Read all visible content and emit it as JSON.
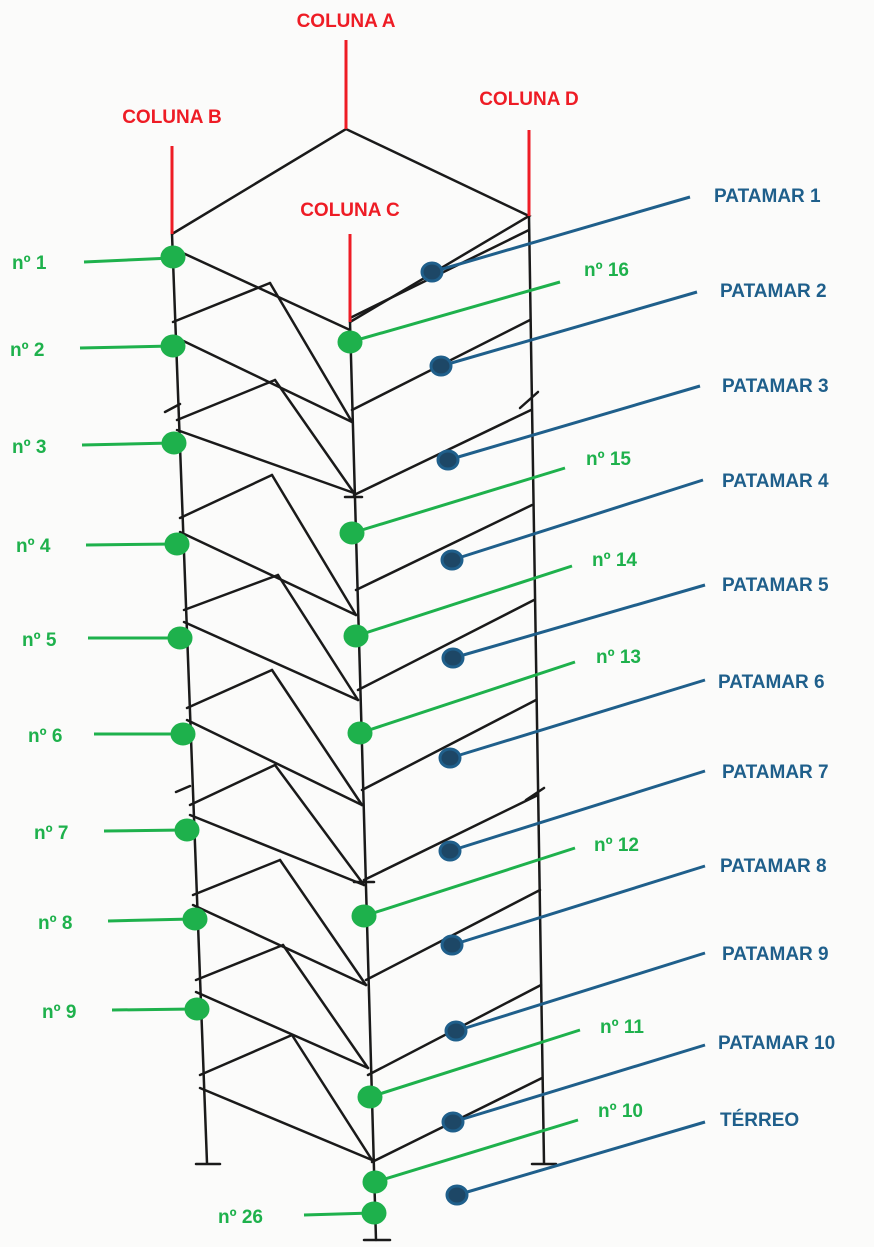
{
  "columns": {
    "a": "COLUNA A",
    "b": "COLUNA B",
    "c": "COLUNA C",
    "d": "COLUNA D"
  },
  "left_nodes": [
    "nº 1",
    "nº 2",
    "nº 3",
    "nº 4",
    "nº 5",
    "nº 6",
    "nº 7",
    "nº 8",
    "nº 9"
  ],
  "center_nodes": [
    "nº 16",
    "nº 15",
    "nº 14",
    "nº 13",
    "nº 12",
    "nº 11",
    "nº 10"
  ],
  "bottom_node": "nº 26",
  "levels": [
    "PATAMAR 1",
    "PATAMAR 2",
    "PATAMAR 3",
    "PATAMAR 4",
    "PATAMAR 5",
    "PATAMAR 6",
    "PATAMAR 7",
    "PATAMAR 8",
    "PATAMAR 9",
    "PATAMAR 10",
    "TÉRREO"
  ],
  "colors": {
    "column_label": "#ee1c25",
    "node_green": "#1eb14c",
    "level_blue": "#1f5f8b",
    "level_dot": "#1d4766",
    "structure": "#1a1a1a"
  }
}
